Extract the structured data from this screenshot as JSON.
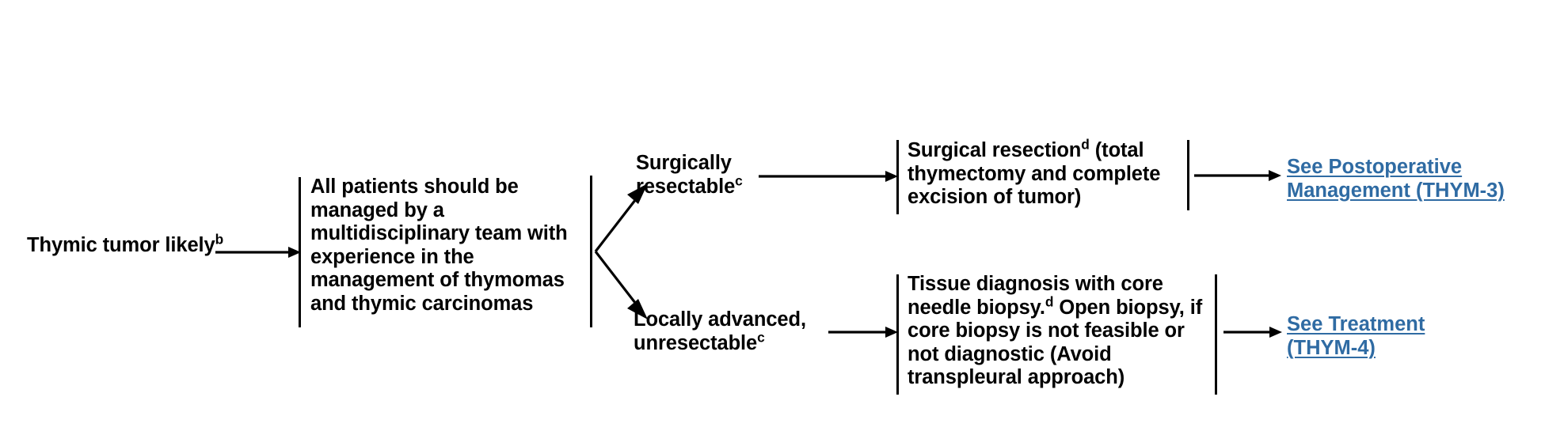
{
  "diagram": {
    "title": "Thymic Tumor Workup Algorithm",
    "accent_link_color": "#2f6ba3",
    "line_color": "#000000"
  },
  "nodes": {
    "start": {
      "text": "Thymic tumor likely",
      "footnote": "b"
    },
    "multidisciplinary_team": {
      "text": "All patients should be managed by a multidisciplinary team with experience in the management of thymomas and thymic carcinomas"
    },
    "branch_resectable": {
      "text": "Surgically resectable",
      "footnote": "c"
    },
    "branch_unresectable": {
      "text": "Locally advanced, unresectable",
      "footnote": "c"
    },
    "surgical_resection": {
      "text_before": "Surgical resection",
      "footnote": "d",
      "text_after": " (total thymectomy and complete excision of tumor)"
    },
    "tissue_diagnosis": {
      "text_before": "Tissue diagnosis with core needle biopsy.",
      "footnote": "d",
      "text_after": " Open biopsy, if core biopsy is not feasible or not diagnostic (Avoid transpleural approach)"
    }
  },
  "links": {
    "postoperative_management": {
      "line1": "See Postoperative ",
      "line2": "Management (THYM-3)"
    },
    "treatment": {
      "line1": "See Treatment ",
      "line2": "(THYM-4)"
    }
  }
}
